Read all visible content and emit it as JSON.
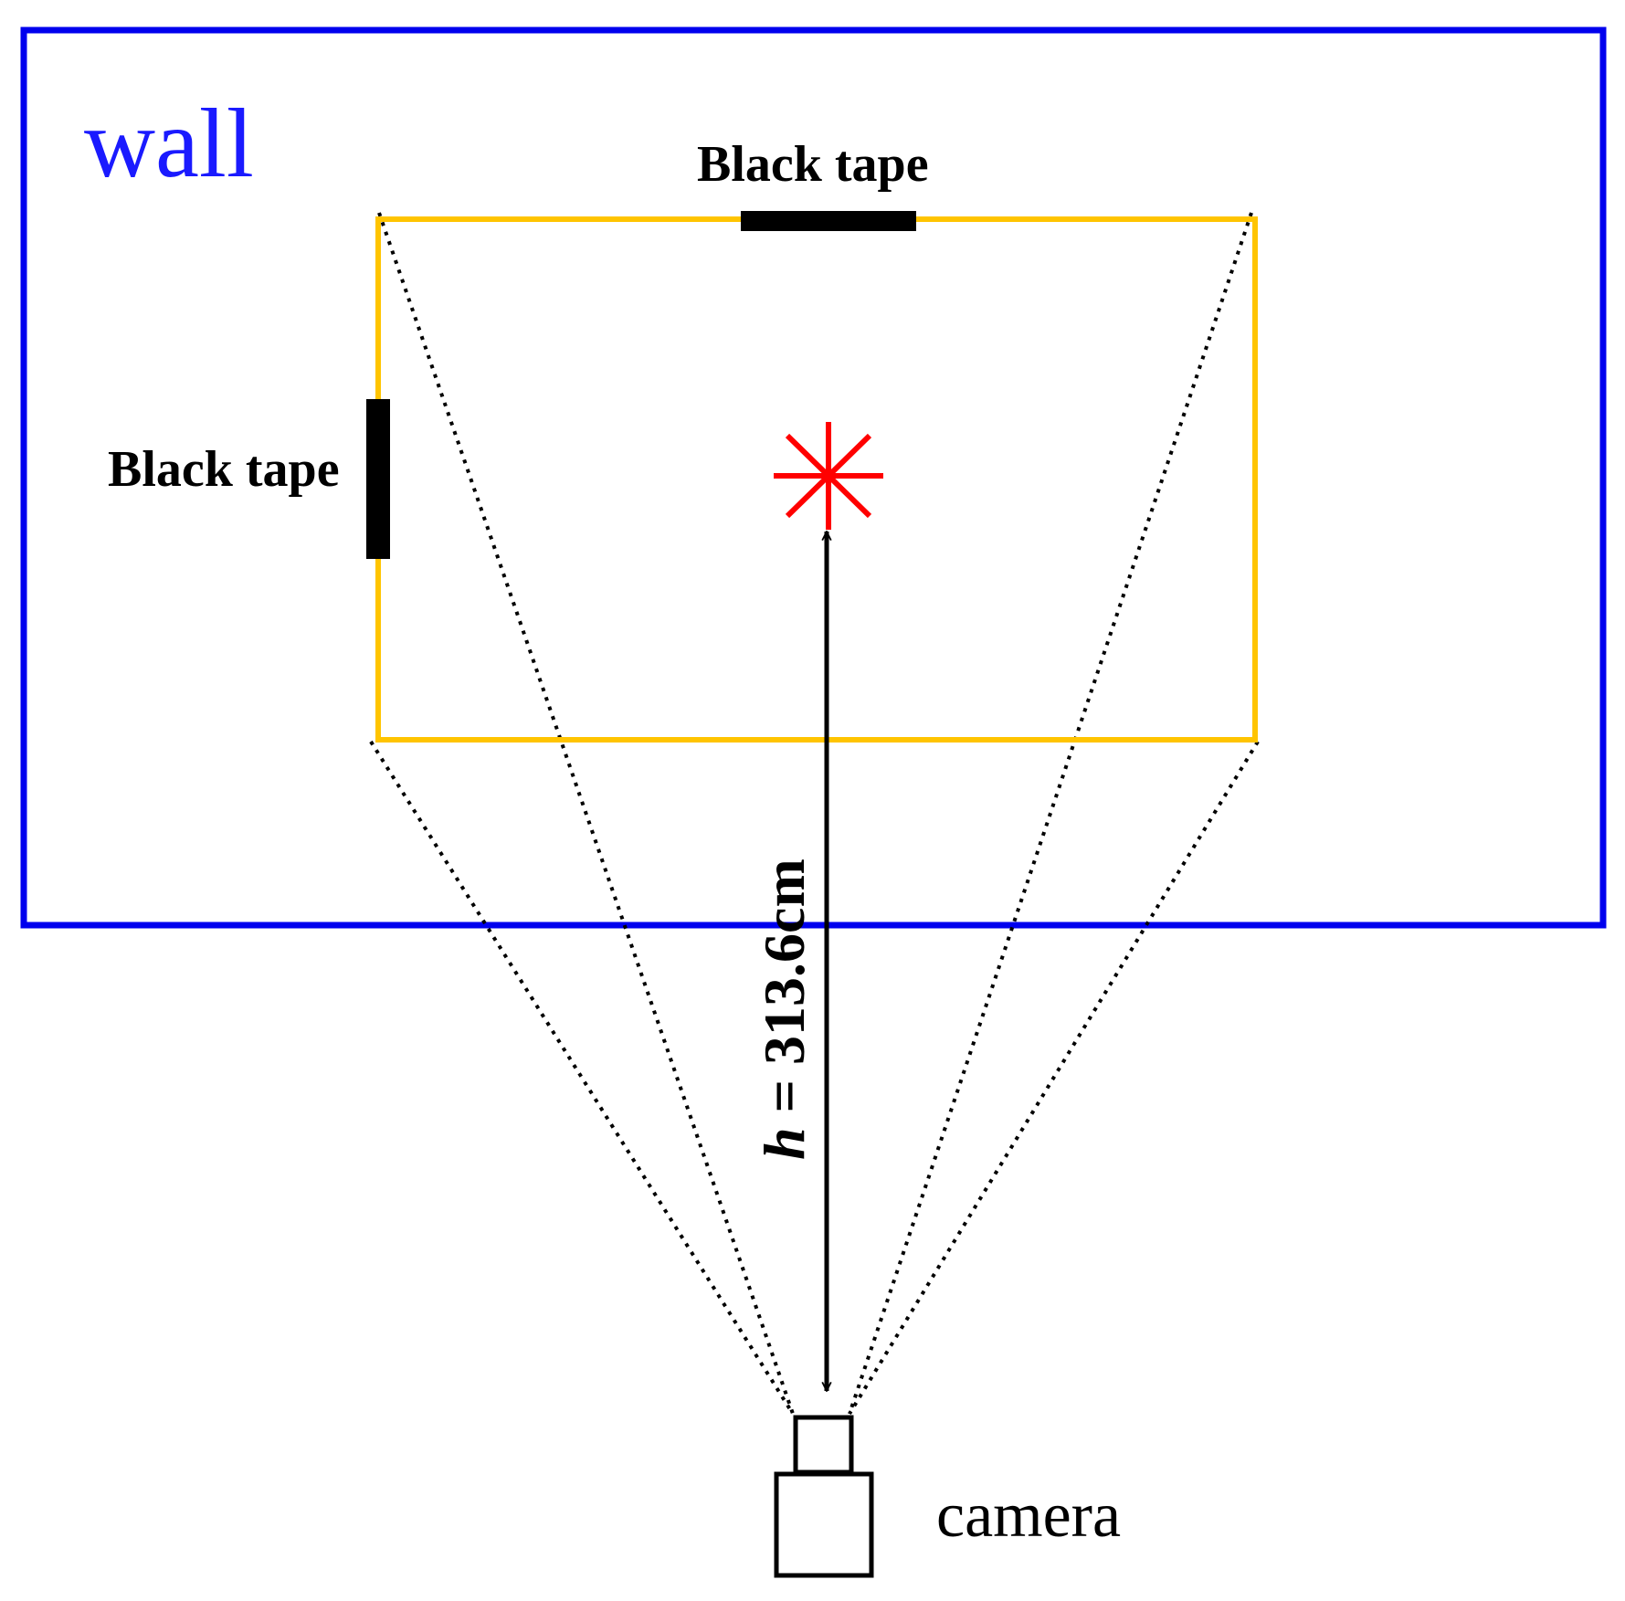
{
  "labels": {
    "wall": "wall",
    "black_tape_top": "Black tape",
    "black_tape_left": "Black tape",
    "distance_variable": "h",
    "distance_value": " = 313.6cm",
    "camera": "camera"
  },
  "colors": {
    "wall_border": "#0000ee",
    "wall_text": "#1a1aff",
    "target_frame": "#ffc400",
    "tape": "#000000",
    "asterisk": "#ff0000",
    "arrow": "#000000",
    "sight_lines": "#000000",
    "camera_outline": "#000000",
    "label_text": "#000000"
  },
  "icons": {
    "target_marker": "asterisk-icon",
    "camera": "camera-icon"
  }
}
